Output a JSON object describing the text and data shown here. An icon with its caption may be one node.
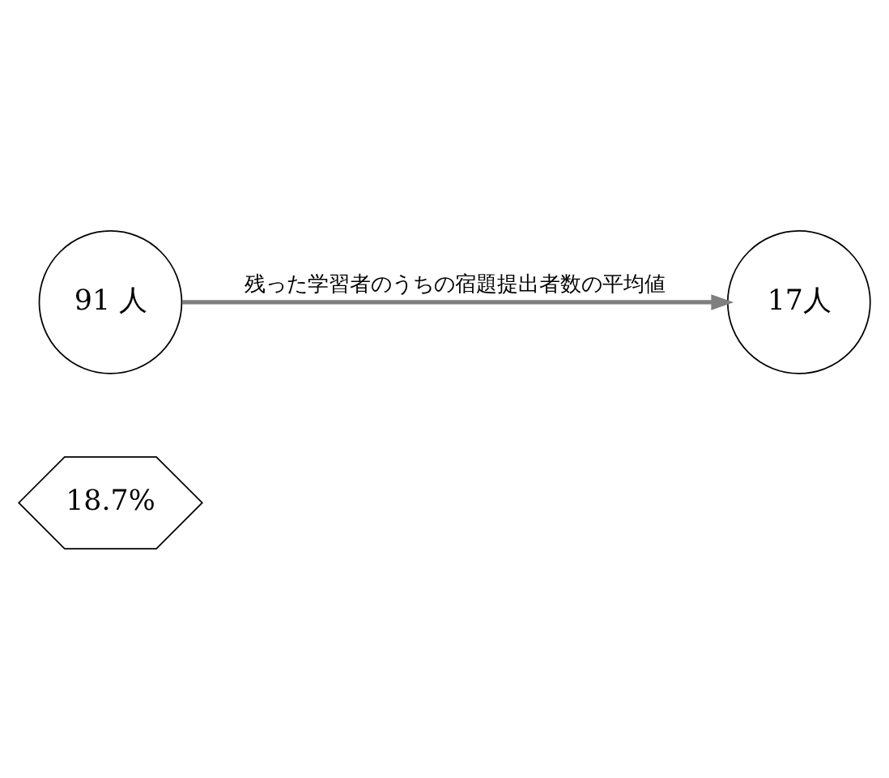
{
  "diagram": {
    "nodes": [
      {
        "text": [
          "91 人"
        ]
      },
      {
        "text": [
          "17人"
        ]
      },
      {
        "text": [
          "18.7%"
        ]
      }
    ],
    "edges": [
      {
        "from": 0,
        "to": 1,
        "arrow": "to",
        "label": "残った学習者のうちの宿題提出者数の平均値"
      }
    ]
  }
}
